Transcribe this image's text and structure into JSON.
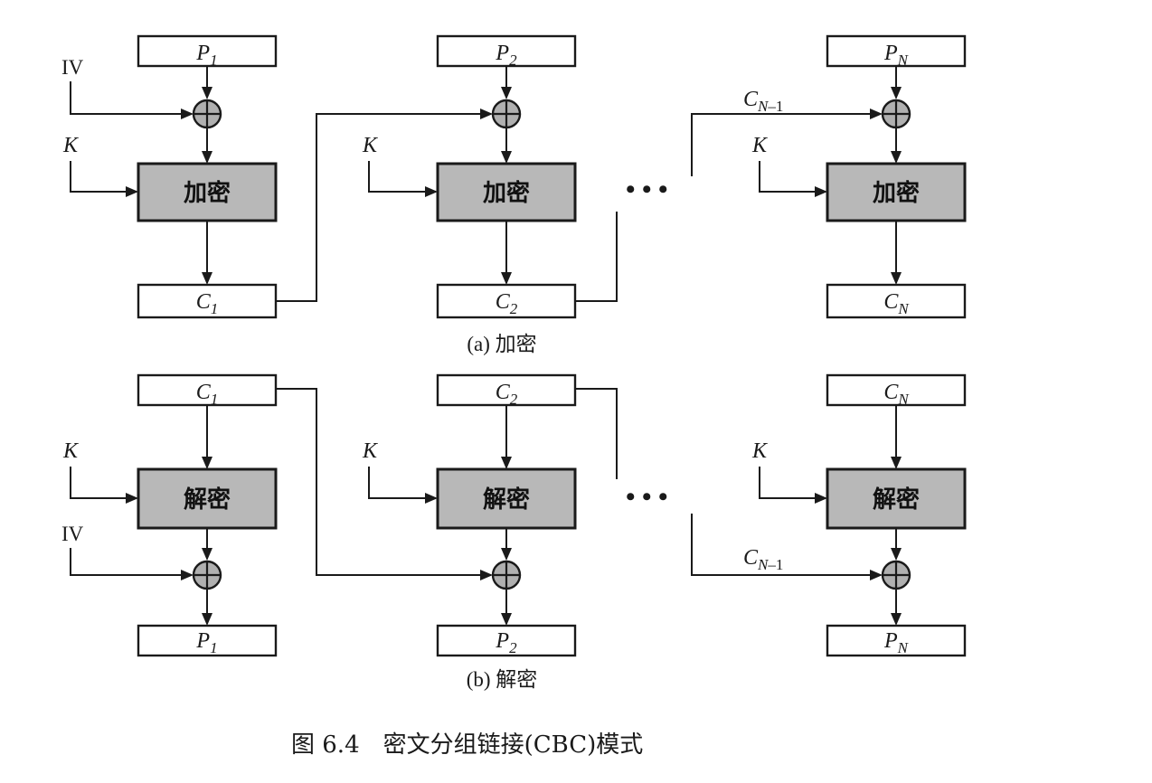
{
  "encryption": {
    "input_labels": [
      {
        "base": "P",
        "sub": "1"
      },
      {
        "base": "P",
        "sub": "2"
      },
      {
        "base": "P",
        "sub": "N"
      }
    ],
    "output_labels": [
      {
        "base": "C",
        "sub": "1"
      },
      {
        "base": "C",
        "sub": "2"
      },
      {
        "base": "C",
        "sub": "N"
      }
    ],
    "block_label": "加密",
    "chain_label": {
      "base": "C",
      "sub": "N",
      "sub_suffix": "–1"
    },
    "caption": "(a) 加密"
  },
  "decryption": {
    "input_labels": [
      {
        "base": "C",
        "sub": "1"
      },
      {
        "base": "C",
        "sub": "2"
      },
      {
        "base": "C",
        "sub": "N"
      }
    ],
    "output_labels": [
      {
        "base": "P",
        "sub": "1"
      },
      {
        "base": "P",
        "sub": "2"
      },
      {
        "base": "P",
        "sub": "N"
      }
    ],
    "block_label": "解密",
    "chain_label": {
      "base": "C",
      "sub": "N",
      "sub_suffix": "–1"
    },
    "caption": "(b) 解密"
  },
  "iv_label": "IV",
  "key_label": "K",
  "ellipsis": "• • •",
  "figure_caption": "图 6.4　密文分组链接(CBC)模式",
  "colors": {
    "block_fill": "#b8b8b8",
    "xor_fill": "#b0b0b0",
    "line": "#1a1a1a"
  }
}
